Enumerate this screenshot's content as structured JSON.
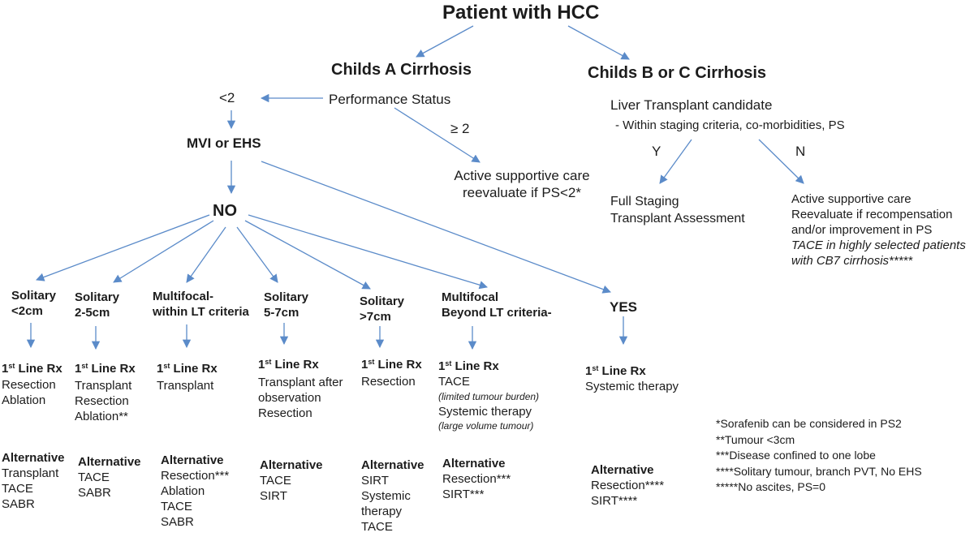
{
  "title": "Patient with HCC",
  "childs_a": "Childs A Cirrhosis",
  "childs_bc": "Childs B or C Cirrhosis",
  "performance_status": "Performance Status",
  "ps_lt2": "<2",
  "ps_ge2": "≥ 2",
  "mvi_ehs": "MVI or EHS",
  "active_care_a": [
    "Active supportive care",
    "reevaluate if PS<2*"
  ],
  "transplant_candidate": "Liver Transplant candidate",
  "transplant_criteria": "- Within staging criteria, co-morbidities,  PS",
  "yes_short": "Y",
  "no_short": "N",
  "full_staging": [
    "Full Staging",
    "Transplant Assessment"
  ],
  "active_care_bc": [
    "Active supportive care",
    "Reevaluate if recompensation",
    "and/or improvement in PS"
  ],
  "tace_note": [
    "TACE in highly selected patients",
    "with CB7 cirrhosis*****"
  ],
  "no_label": "NO",
  "yes_label": "YES",
  "rx_prefix": "1",
  "rx_sup": "st",
  "rx_suffix": " Line Rx",
  "alt_label": "Alternative",
  "branches": {
    "b1": {
      "cat": [
        "Solitary",
        "<2cm"
      ],
      "rx": [
        "Resection",
        "Ablation"
      ],
      "alt": [
        "Transplant",
        "TACE",
        "SABR"
      ]
    },
    "b2": {
      "cat": [
        "Solitary",
        "2-5cm"
      ],
      "rx": [
        "Transplant",
        "Resection",
        "Ablation**"
      ],
      "alt": [
        "TACE",
        "SABR"
      ]
    },
    "b3": {
      "cat": [
        "Multifocal-",
        "within LT criteria"
      ],
      "rx": [
        "Transplant"
      ],
      "alt": [
        "Resection***",
        "Ablation",
        "TACE",
        "SABR"
      ]
    },
    "b4": {
      "cat": [
        "Solitary",
        "5-7cm"
      ],
      "rx": [
        "Transplant after",
        "observation",
        "Resection"
      ],
      "alt": [
        "TACE",
        "SIRT"
      ]
    },
    "b5": {
      "cat": [
        "Solitary",
        ">7cm"
      ],
      "rx": [
        "Resection"
      ],
      "alt": [
        "SIRT",
        "Systemic",
        "therapy",
        "TACE"
      ]
    },
    "b6": {
      "cat": [
        "Multifocal",
        "Beyond LT criteria-"
      ],
      "rx1": "TACE",
      "rx1_note": "(limited tumour burden)",
      "rx2": "Systemic therapy",
      "rx2_note": "(large volume tumour)",
      "alt": [
        "Resection***",
        "SIRT***"
      ]
    },
    "b7": {
      "rx": [
        "Systemic therapy"
      ],
      "alt": [
        "Resection****",
        "SIRT****"
      ]
    }
  },
  "footnotes": [
    "*Sorafenib can be considered in PS2",
    "**Tumour <3cm",
    "***Disease confined to one lobe",
    "****Solitary tumour, branch PVT, No EHS",
    "*****No ascites, PS=0"
  ],
  "colors": {
    "arrow": "#5b8bc9",
    "text": "#1c1c1c"
  }
}
